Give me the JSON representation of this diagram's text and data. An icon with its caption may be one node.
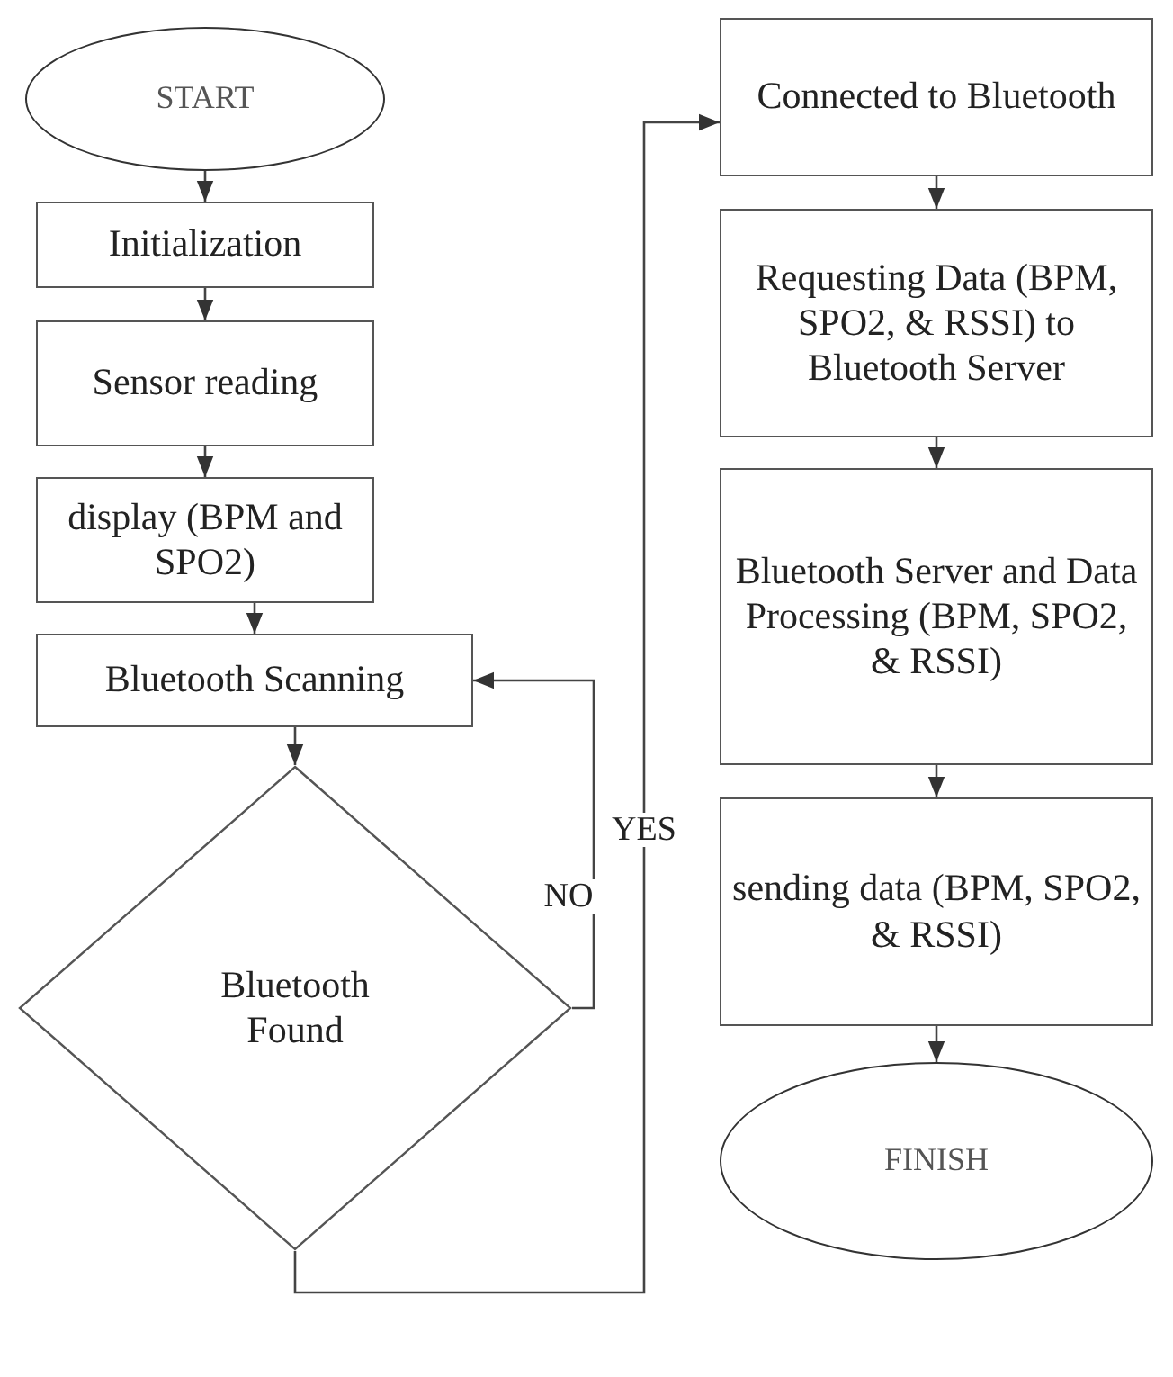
{
  "diagram": {
    "nodes": [
      {
        "text": [
          "START"
        ]
      },
      {
        "text": [
          "Initialization"
        ]
      },
      {
        "text": [
          "Sensor reading"
        ]
      },
      {
        "text": [
          "display (BPM and SPO2)"
        ]
      },
      {
        "text": [
          "Bluetooth Scanning"
        ]
      },
      {
        "text": [
          "Bluetooth Found"
        ]
      },
      {
        "text": [
          "Connected to Bluetooth"
        ]
      },
      {
        "text": [
          "Requesting Data (BPM, SPO2, & RSSI) to Bluetooth Server"
        ]
      },
      {
        "text": [
          "Bluetooth Server and Data Processing (BPM, SPO2, & RSSI)"
        ]
      },
      {
        "text": [
          "sending data (BPM, SPO2, & RSSI)"
        ]
      },
      {
        "text": [
          "FINISH"
        ]
      }
    ],
    "edges": [
      {
        "from": 0,
        "to": 1,
        "arrow": "to"
      },
      {
        "from": 1,
        "to": 2,
        "arrow": "to"
      },
      {
        "from": 2,
        "to": 3,
        "arrow": "to"
      },
      {
        "from": 3,
        "to": 4,
        "arrow": "to"
      },
      {
        "from": 4,
        "to": 5,
        "arrow": "to"
      },
      {
        "from": 5,
        "to": 4,
        "arrow": "to",
        "label": "NO"
      },
      {
        "from": 5,
        "to": 6,
        "arrow": "to",
        "label": "YES"
      },
      {
        "from": 6,
        "to": 7,
        "arrow": "to"
      },
      {
        "from": 7,
        "to": 8,
        "arrow": "to"
      },
      {
        "from": 8,
        "to": 9,
        "arrow": "to"
      },
      {
        "from": 9,
        "to": 10,
        "arrow": "to"
      }
    ]
  }
}
